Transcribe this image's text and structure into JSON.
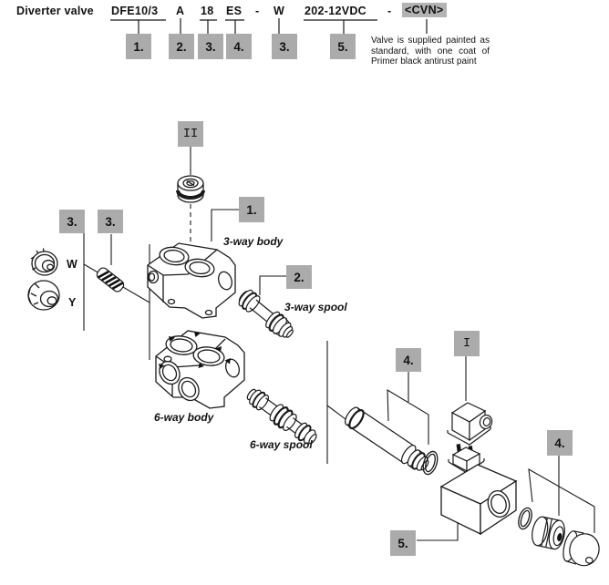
{
  "header": {
    "product_label": "Diverter valve",
    "code_segments": [
      "DFE10/3",
      "A",
      "18",
      "ES",
      "-",
      "W",
      "202-12VDC",
      "-",
      "<CVN>"
    ],
    "callout_boxes": [
      "1.",
      "2.",
      "3.",
      "4.",
      "3.",
      "5."
    ],
    "paint_note_lines": [
      "Valve is supplied painted as",
      "standard,  with  one  coat  of",
      "Primer black antirust paint"
    ]
  },
  "diagram": {
    "section_markers": {
      "plug": "II",
      "solenoid": "I"
    },
    "callouts": {
      "body3": "1.",
      "spool3": "2.",
      "knob_options": "3.",
      "spring": "3.",
      "cartridge_group": "4.",
      "plug_group": "4.",
      "coil": "5."
    },
    "part_labels": {
      "body3": "3-way body",
      "spool3": "3-way spool",
      "body6": "6-way body",
      "spool6": "6-way spool"
    },
    "spool_options": {
      "w": "W",
      "y": "Y"
    }
  },
  "colors": {
    "callout_bg": "#ababab",
    "highlight_bg": "#b3b3b3",
    "line": "#1a1a1a"
  }
}
